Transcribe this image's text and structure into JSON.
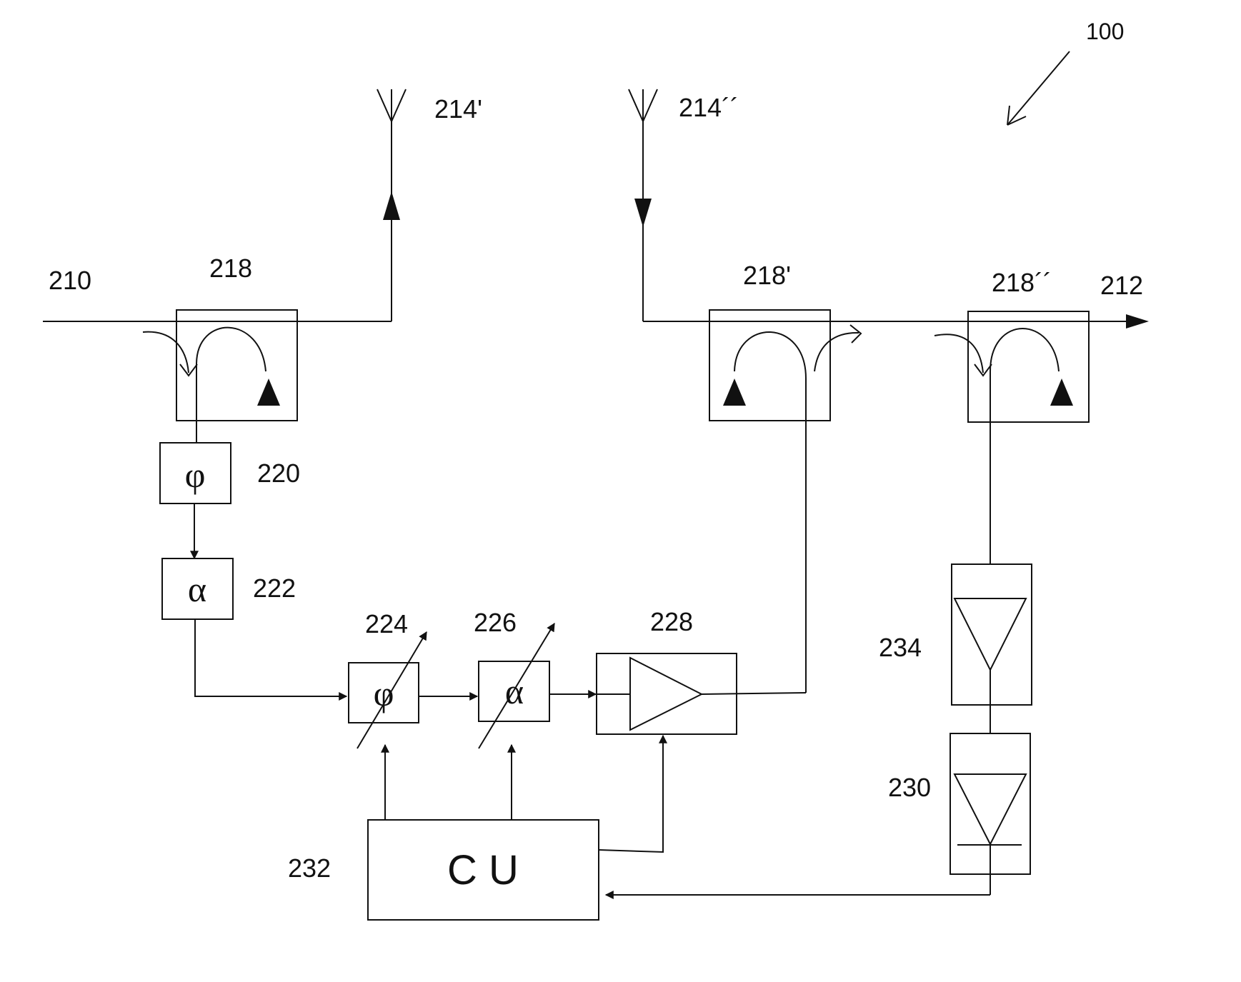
{
  "figure": {
    "ref": "100"
  },
  "labels": {
    "input": "210",
    "output": "212",
    "antenna_tx": "214'",
    "antenna_rx": "214´´",
    "coupler_1": "218",
    "coupler_2": "218'",
    "coupler_3": "218´´",
    "phase_fixed": "220",
    "atten_fixed": "222",
    "phase_var": "224",
    "atten_var": "226",
    "amplifier": "228",
    "detector": "230",
    "control_unit": "232",
    "det_amp": "234"
  },
  "symbols": {
    "phase": "φ",
    "atten": "α",
    "control_unit_text": "C U"
  },
  "icons": {
    "antenna": "antenna-icon",
    "amplifier": "amplifier-triangle-icon",
    "diode": "diode-icon",
    "coupler": "directional-coupler-icon"
  }
}
